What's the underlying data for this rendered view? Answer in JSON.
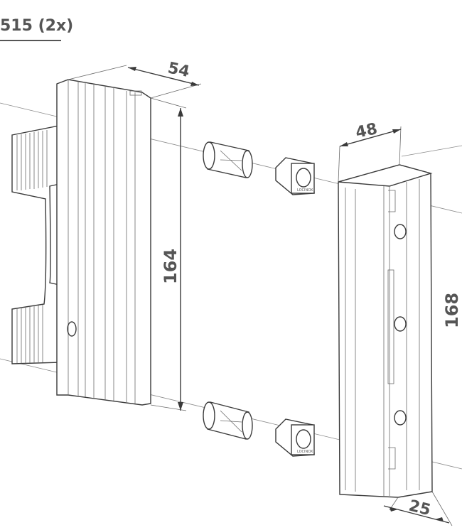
{
  "part_label": "515 (2x)",
  "dimensions": {
    "handle_depth": "54",
    "handle_height": "164",
    "keeper_depth": "48",
    "keeper_height": "168",
    "keeper_width": "25"
  },
  "small_part_marking": "LOCINOX"
}
